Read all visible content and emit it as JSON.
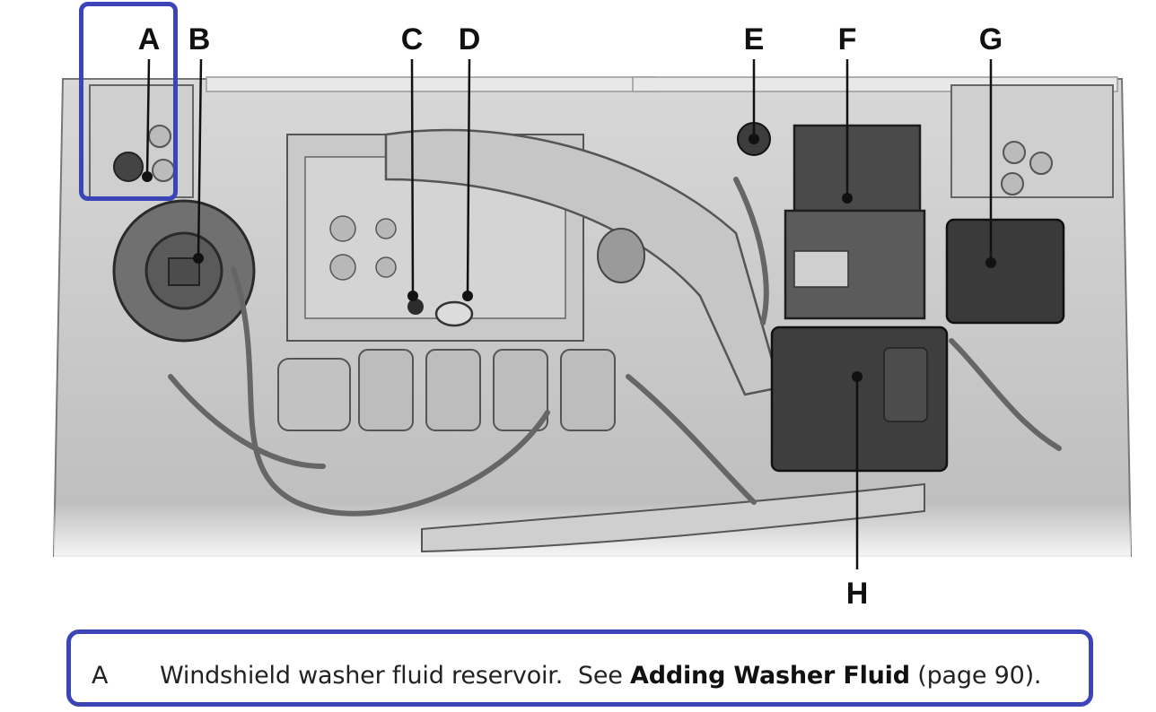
{
  "figure": {
    "callouts": [
      "A",
      "B",
      "C",
      "D",
      "E",
      "F",
      "G",
      "H"
    ]
  },
  "legend": {
    "key": "A",
    "description": "Windshield washer fluid reservoir.",
    "see": "See",
    "reference_title": "Adding Washer Fluid",
    "page_ref": "(page 90)."
  },
  "colors": {
    "highlight": "#3b45b8"
  }
}
